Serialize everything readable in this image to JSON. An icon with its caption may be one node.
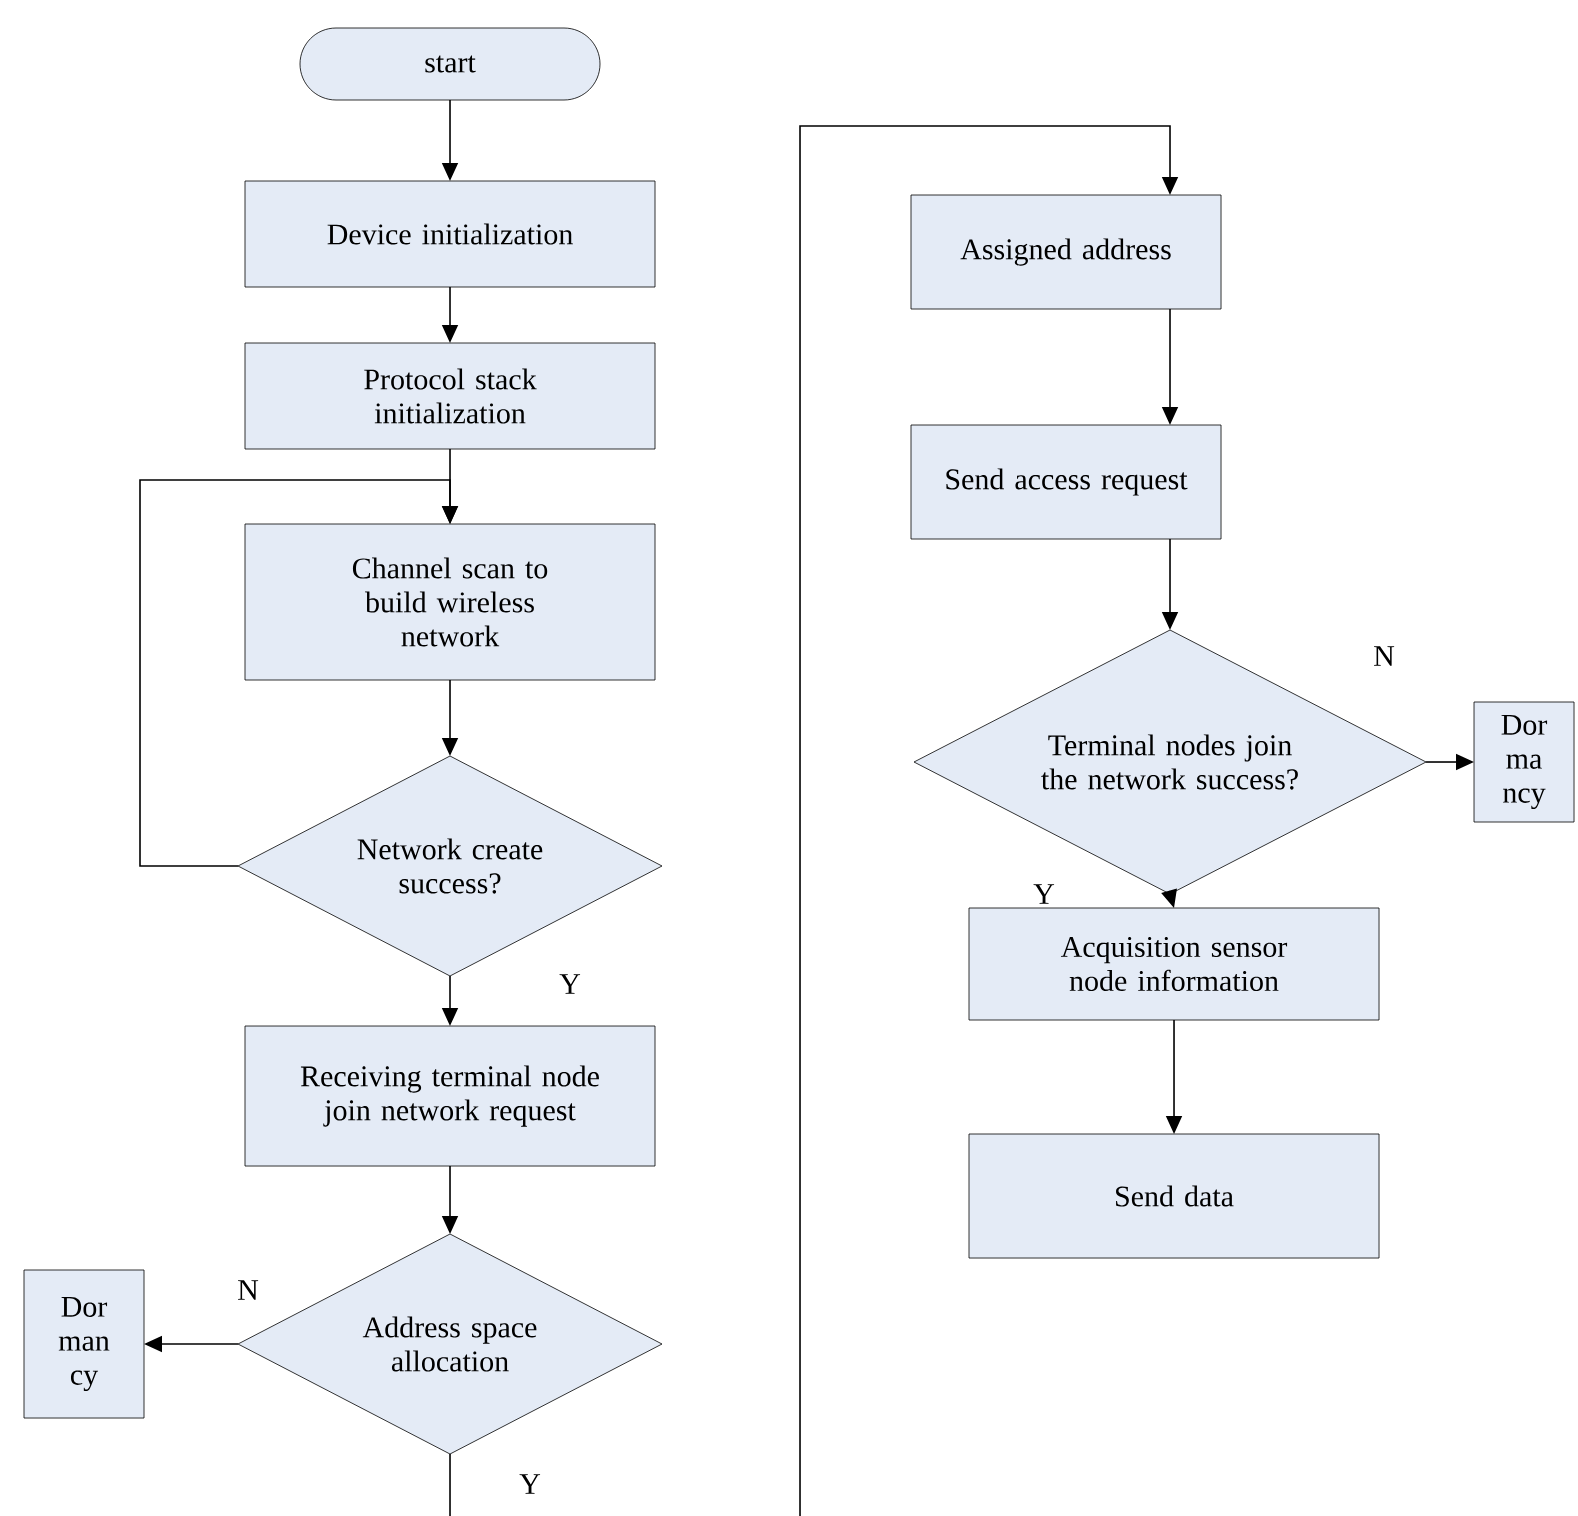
{
  "diagram": {
    "nodes": [
      {
        "text": [
          "start"
        ]
      },
      {
        "text": [
          "Device initialization"
        ]
      },
      {
        "text": [
          "Protocol stack initialization"
        ]
      },
      {
        "text": [
          "Channel scan to build wireless network"
        ]
      },
      {
        "text": [
          "Network create success?"
        ]
      },
      {
        "text": [
          "Receiving terminal node join network request"
        ]
      },
      {
        "text": [
          "Address space allocation"
        ]
      },
      {
        "text": [
          "Dor man cy"
        ]
      },
      {
        "text": [
          "Assigned address"
        ]
      },
      {
        "text": [
          "Send access request"
        ]
      },
      {
        "text": [
          "Terminal nodes join the network success?"
        ]
      },
      {
        "text": [
          "Dor ma ncy"
        ]
      },
      {
        "text": [
          "Acquisition sensor node information"
        ]
      },
      {
        "text": [
          "Send data"
        ]
      }
    ],
    "edges": [
      {
        "from": 0,
        "to": 1,
        "arrow": "to"
      },
      {
        "from": 1,
        "to": 2,
        "arrow": "to"
      },
      {
        "from": 2,
        "to": 3,
        "arrow": "to"
      },
      {
        "from": 3,
        "to": 4,
        "arrow": "to"
      },
      {
        "from": 4,
        "to": 3,
        "arrow": "to"
      },
      {
        "from": 4,
        "to": 5,
        "arrow": "to",
        "label": "Y"
      },
      {
        "from": 5,
        "to": 6,
        "arrow": "to"
      },
      {
        "from": 6,
        "to": 7,
        "arrow": "to",
        "label": "N"
      },
      {
        "from": 6,
        "to": null,
        "arrow": "none",
        "label": "Y"
      },
      {
        "from": null,
        "to": 8,
        "arrow": "to"
      },
      {
        "from": 8,
        "to": 9,
        "arrow": "to"
      },
      {
        "from": 9,
        "to": 10,
        "arrow": "to"
      },
      {
        "from": 10,
        "to": 11,
        "arrow": "to",
        "label": "N"
      },
      {
        "from": 10,
        "to": 12,
        "arrow": "to",
        "label": "Y"
      },
      {
        "from": 12,
        "to": 13,
        "arrow": "to"
      }
    ]
  }
}
